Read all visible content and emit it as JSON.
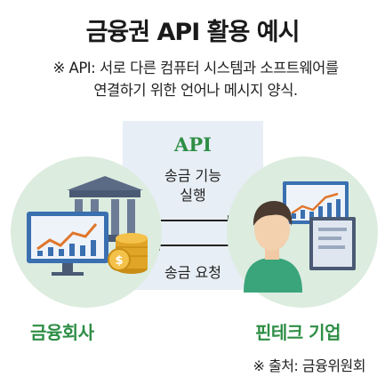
{
  "title": "금융권 API 활용 예시",
  "note": {
    "line1": "※ API: 서로 다른 컴퓨터 시스템과 소프트웨어를",
    "line2": "연결하기 위한 언어나 메시지 양식."
  },
  "diagram": {
    "api_label": "API",
    "flow_right_line1": "송금 기능",
    "flow_right_line2": "실행",
    "flow_left": "송금 요청",
    "left_entity": "금융회사",
    "right_entity": "핀테크 기업"
  },
  "source": "※ 출처: 금융위원회",
  "colors": {
    "accent_green": "#2e8e45",
    "circle_fill": "#dcecdf",
    "panel_fill": "#e8eef5",
    "monitor_blue": "#3a6fb0",
    "coin_gold": "#e0a526"
  }
}
